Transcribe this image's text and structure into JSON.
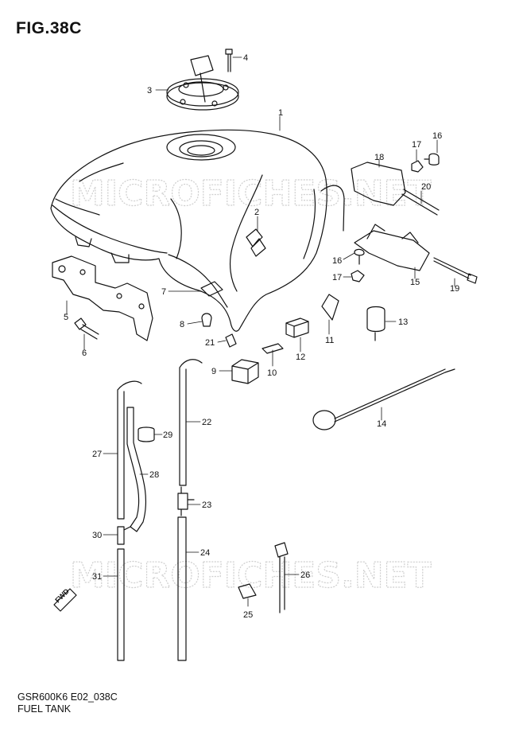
{
  "figure": {
    "title": "FIG.38C",
    "model_code": "GSR600K6 E02_038C",
    "assembly_name": "FUEL TANK"
  },
  "watermarks": [
    "MICROFICHES.NET",
    "MICROFICHES.NET"
  ],
  "callouts": [
    "1",
    "2",
    "3",
    "4",
    "5",
    "6",
    "7",
    "8",
    "9",
    "10",
    "11",
    "12",
    "13",
    "14",
    "15",
    "16",
    "16",
    "17",
    "17",
    "18",
    "19",
    "20",
    "21",
    "22",
    "23",
    "24",
    "25",
    "26",
    "27",
    "28",
    "29",
    "30",
    "31"
  ],
  "direction_tag": "FWD",
  "colors": {
    "line": "#111111",
    "watermark": "#cfcfcf",
    "background": "#ffffff"
  }
}
